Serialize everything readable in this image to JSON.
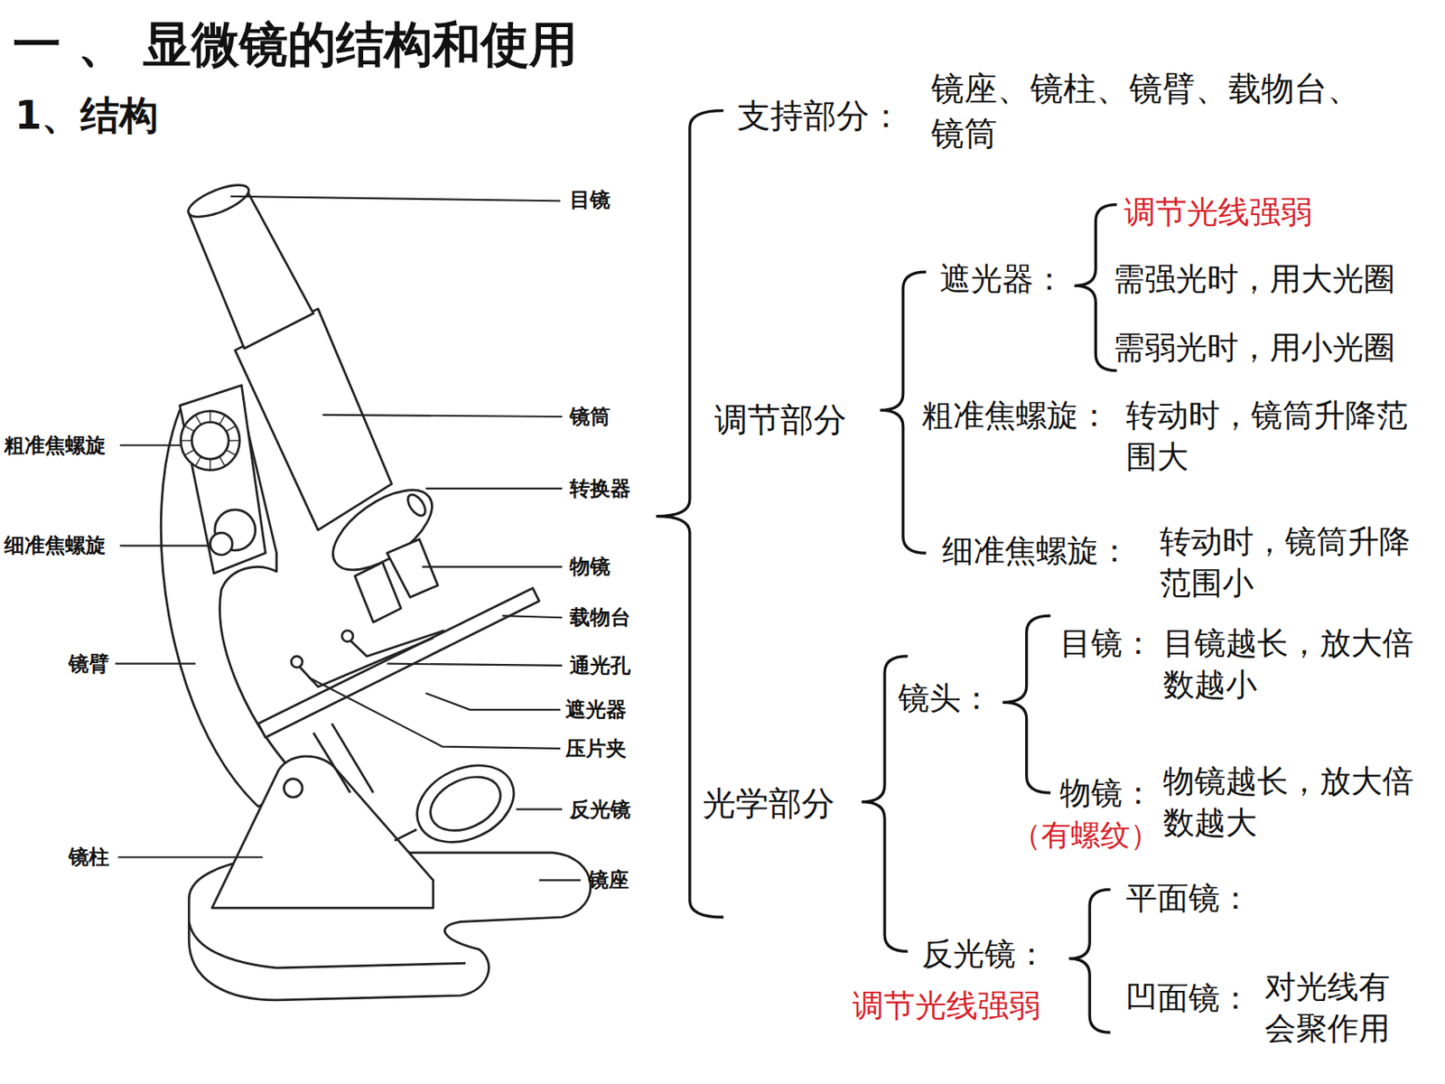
{
  "diagram": {
    "title": "一 、 显微镜的结构和使用",
    "labels": [
      "1、结构",
      "目镜",
      "镜筒",
      "转换器",
      "物镜",
      "载物台",
      "通光孔",
      "遮光器",
      "压片夹",
      "反光镜",
      "镜座",
      "粗准焦螺旋",
      "细准焦螺旋",
      "镜臂",
      "镜柱",
      "支持部分：",
      "镜座、镜柱、镜臂、载物台、镜筒",
      "调节部分",
      "遮光器：",
      "调节光线强弱",
      "需强光时，用大光圈",
      "需弱光时，用小光圈",
      "粗准焦螺旋：",
      "转动时，镜筒升降范围大",
      "细准焦螺旋：",
      "转动时，镜筒升降范围小",
      "光学部分",
      "镜头：",
      "目镜：",
      "目镜越长，放大倍数越小",
      "物镜：",
      "（有螺纹）",
      "物镜越长，放大倍数越大",
      "反光镜：",
      "调节光线强弱",
      "平面镜：",
      "凹面镜：",
      "对光线有会聚作用"
    ]
  }
}
